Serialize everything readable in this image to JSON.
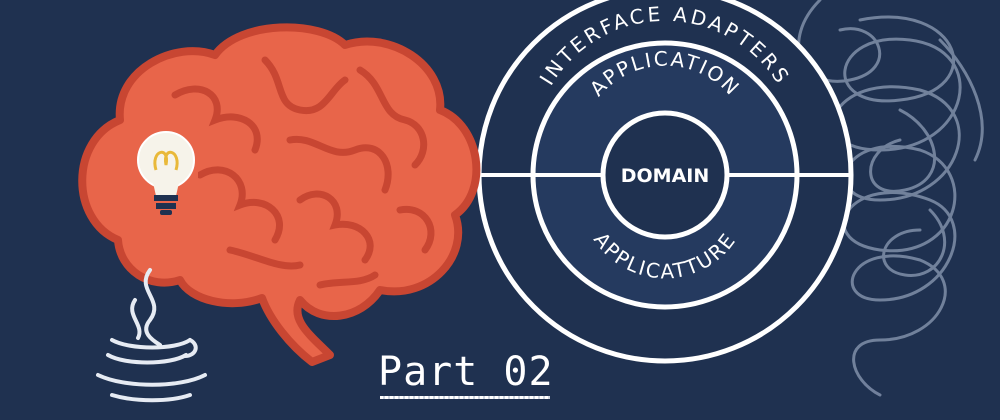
{
  "colors": {
    "background": "#1f3150",
    "brain": "#e8654a",
    "brain_outline": "#c84632",
    "bulb": "#f5d46a",
    "ring_line": "#ffffff",
    "ring_fill": "#253a5f",
    "scribble": "#7a8aa4"
  },
  "icons": {
    "brain": "brain-icon",
    "bulb": "lightbulb-icon",
    "java": "java-coffee-icon",
    "scribble": "tangled-scribble"
  },
  "diagram": {
    "outer_label": "INTERFACE ADAPTERS",
    "middle_label_top": "APPLICATION",
    "center_label": "DOMAIN",
    "middle_label_bottom": "APPLICATTURE"
  },
  "caption": {
    "title": "Part 02"
  }
}
